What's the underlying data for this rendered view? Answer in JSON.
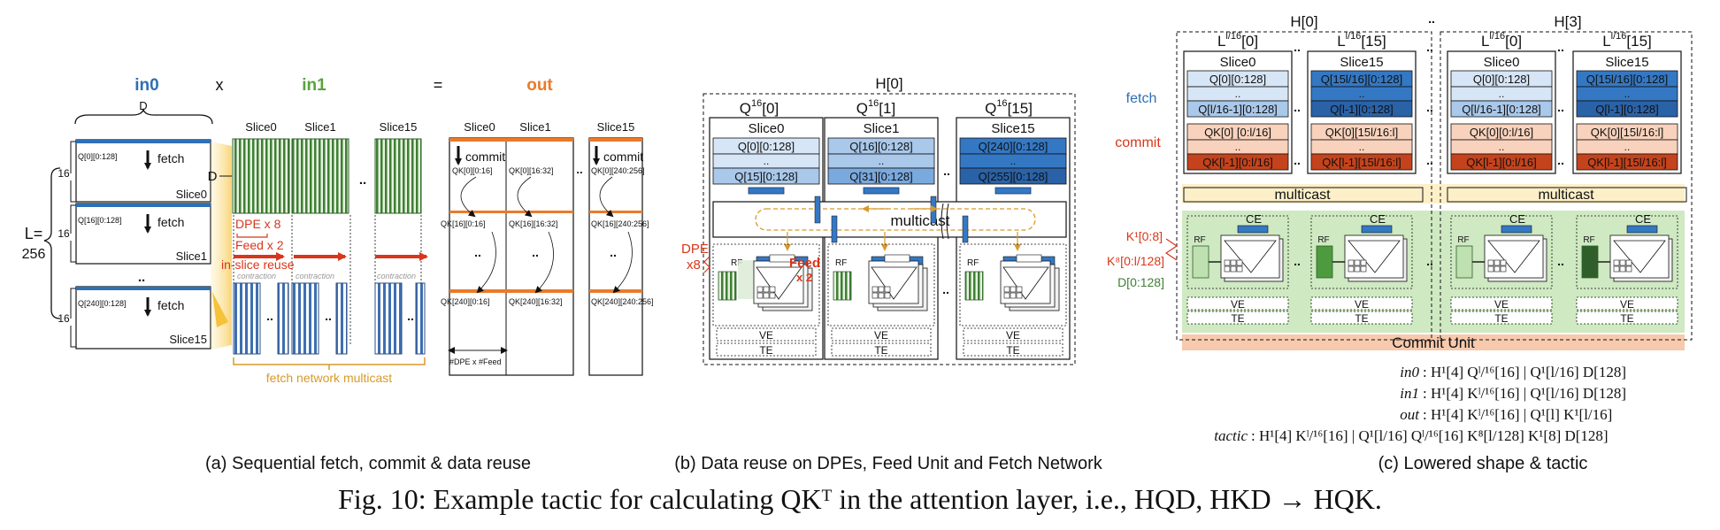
{
  "colors": {
    "in0_blue": "#2e6fb6",
    "in1_green": "#58a33c",
    "out_orange": "#ea7a2a",
    "red": "#d8361a",
    "gold": "#d89a2a",
    "multicast_cream": "#fdf0c8",
    "green_band": "#cfe9c2",
    "commit_band": "#f7c9ad",
    "q_light": "#d7e6f6",
    "q_mid": "#a9c8ea",
    "q_dark": "#3478c4",
    "qk_light": "#f8d2bc",
    "qk_mid": "#efa77e",
    "qk_dark": "#c4431c"
  },
  "panel_a": {
    "in0": "in0",
    "x": "x",
    "in1": "in1",
    "eq": "=",
    "out": "out",
    "D": "D",
    "L_eq": "L=",
    "L_val": "256",
    "sixteen": "16",
    "dots": "..",
    "fetch": "fetch",
    "in0_rows": [
      {
        "q": "Q[0][0:128]",
        "slice": "Slice0"
      },
      {
        "q": "Q[16][0:128]",
        "slice": "Slice1"
      },
      {
        "q": "Q[240][0:128]",
        "slice": "Slice15"
      }
    ],
    "in1_slices": [
      "Slice0",
      "Slice1",
      "Slice15"
    ],
    "D_in1": "D",
    "dpe_x8": "DPE x 8",
    "feed_x2": "Feed x 2",
    "in_slice_reuse": "in-slice reuse",
    "contraction": "contraction",
    "fetch_multicast": "fetch network multicast",
    "out_slices": [
      "Slice0",
      "Slice1",
      "Slice15"
    ],
    "commit": "commit",
    "qk": {
      "r0c0": "QK[0][0:16]",
      "r0c1": "QK[0][16:32]",
      "r0c2": "QK[0][240:256]",
      "r1c0": "QK[16][0:16]",
      "r1c1": "QK[16][16:32]",
      "r1c2": "QK[16][240:256]",
      "r2c0": "QK[240][0:16]",
      "r2c1": "QK[240][16:32]",
      "r2c2": "QK[240][240:256]"
    },
    "dpe_feed": "#DPE x #Feed",
    "caption": "(a) Sequential fetch, commit & data reuse"
  },
  "panel_b": {
    "H0": "H[0]",
    "columns": [
      {
        "q_head": "Q",
        "q_sup": "16",
        "q_idx": "[0]",
        "slice": "Slice0",
        "rows": [
          "Q[0][0:128]",
          "..",
          "Q[15][0:128]"
        ]
      },
      {
        "q_head": "Q",
        "q_sup": "16",
        "q_idx": "[1]",
        "slice": "Slice1",
        "rows": [
          "Q[16][0:128]",
          "..",
          "Q[31][0:128]"
        ]
      },
      {
        "q_head": "Q",
        "q_sup": "16",
        "q_idx": "[15]",
        "slice": "Slice15",
        "rows": [
          "Q[240][0:128]",
          "..",
          "Q[255][0:128]"
        ]
      }
    ],
    "multicast": "multicast",
    "dpe": "DPE",
    "x8": "x8",
    "feed": "Feed",
    "x2": "x 2",
    "rf": "RF",
    "ve": "VE",
    "te": "TE",
    "dots": "..",
    "caption": "(b) Data reuse on DPEs, Feed Unit and Fetch Network"
  },
  "panel_c": {
    "H0": "H[0]",
    "H3": "H[3]",
    "dots": "..",
    "cols": [
      {
        "head": "L",
        "sup": "l/16",
        "idx": "[0]",
        "slice": "Slice0",
        "q": [
          "Q[0][0:128]",
          "..",
          "Q[l/16-1][0:128]"
        ],
        "qk": [
          "QK[0] [0:l/16]",
          "..",
          "QK[l-1][0:l/16]"
        ]
      },
      {
        "head": "L",
        "sup": "l/16",
        "idx": "[15]",
        "slice": "Slice15",
        "q": [
          "Q[15l/16][0:128]",
          "..",
          "Q[l-1][0:128]"
        ],
        "qk": [
          "QK[0][15l/16:l]",
          "..",
          "QK[l-1][15l/16:l]"
        ]
      },
      {
        "head": "L",
        "sup": "l/16",
        "idx": "[0]",
        "slice": "Slice0",
        "q": [
          "Q[0][0:128]",
          "..",
          "Q[l/16-1][0:128]"
        ],
        "qk": [
          "QK[0][0:l/16]",
          "..",
          "QK[l-1][0:l/16]"
        ]
      },
      {
        "head": "L",
        "sup": "l/16",
        "idx": "[15]",
        "slice": "Slice15",
        "q": [
          "Q[15l/16][0:128]",
          "..",
          "Q[l-1][0:128]"
        ],
        "qk": [
          "QK[0][15l/16:l]",
          "..",
          "QK[l-1][15l/16:l]"
        ]
      }
    ],
    "fetch": "fetch",
    "commit": "commit",
    "multicast": "multicast",
    "k1": "K¹[0:8]",
    "k8": "K⁸[0:l/128]",
    "d": "D[0:128]",
    "ce": "CE",
    "rf": "RF",
    "ve": "VE",
    "te": "TE",
    "commit_unit": "Commit Unit",
    "tactic": [
      {
        "lhs": "in0",
        "rhs": "H¹[4] Qˡ/¹⁶[16] | Q¹[l/16] D[128]"
      },
      {
        "lhs": "in1",
        "rhs": "H¹[4] Kˡ/¹⁶[16] | Q¹[l/16] D[128]"
      },
      {
        "lhs": "out",
        "rhs": "H¹[4] Kˡ/¹⁶[16] | Q¹[l] K¹[l/16]"
      },
      {
        "lhs": "tactic",
        "rhs": "H¹[4] Kˡ/¹⁶[16] | Q¹[l/16] Qˡ/¹⁶[16] K⁸[l/128] K¹[8] D[128]"
      }
    ],
    "caption": "(c) Lowered shape & tactic"
  },
  "figure_caption": "Fig. 10: Example tactic for calculating QKᵀ in the attention layer, i.e., HQD, HKD → HQK."
}
